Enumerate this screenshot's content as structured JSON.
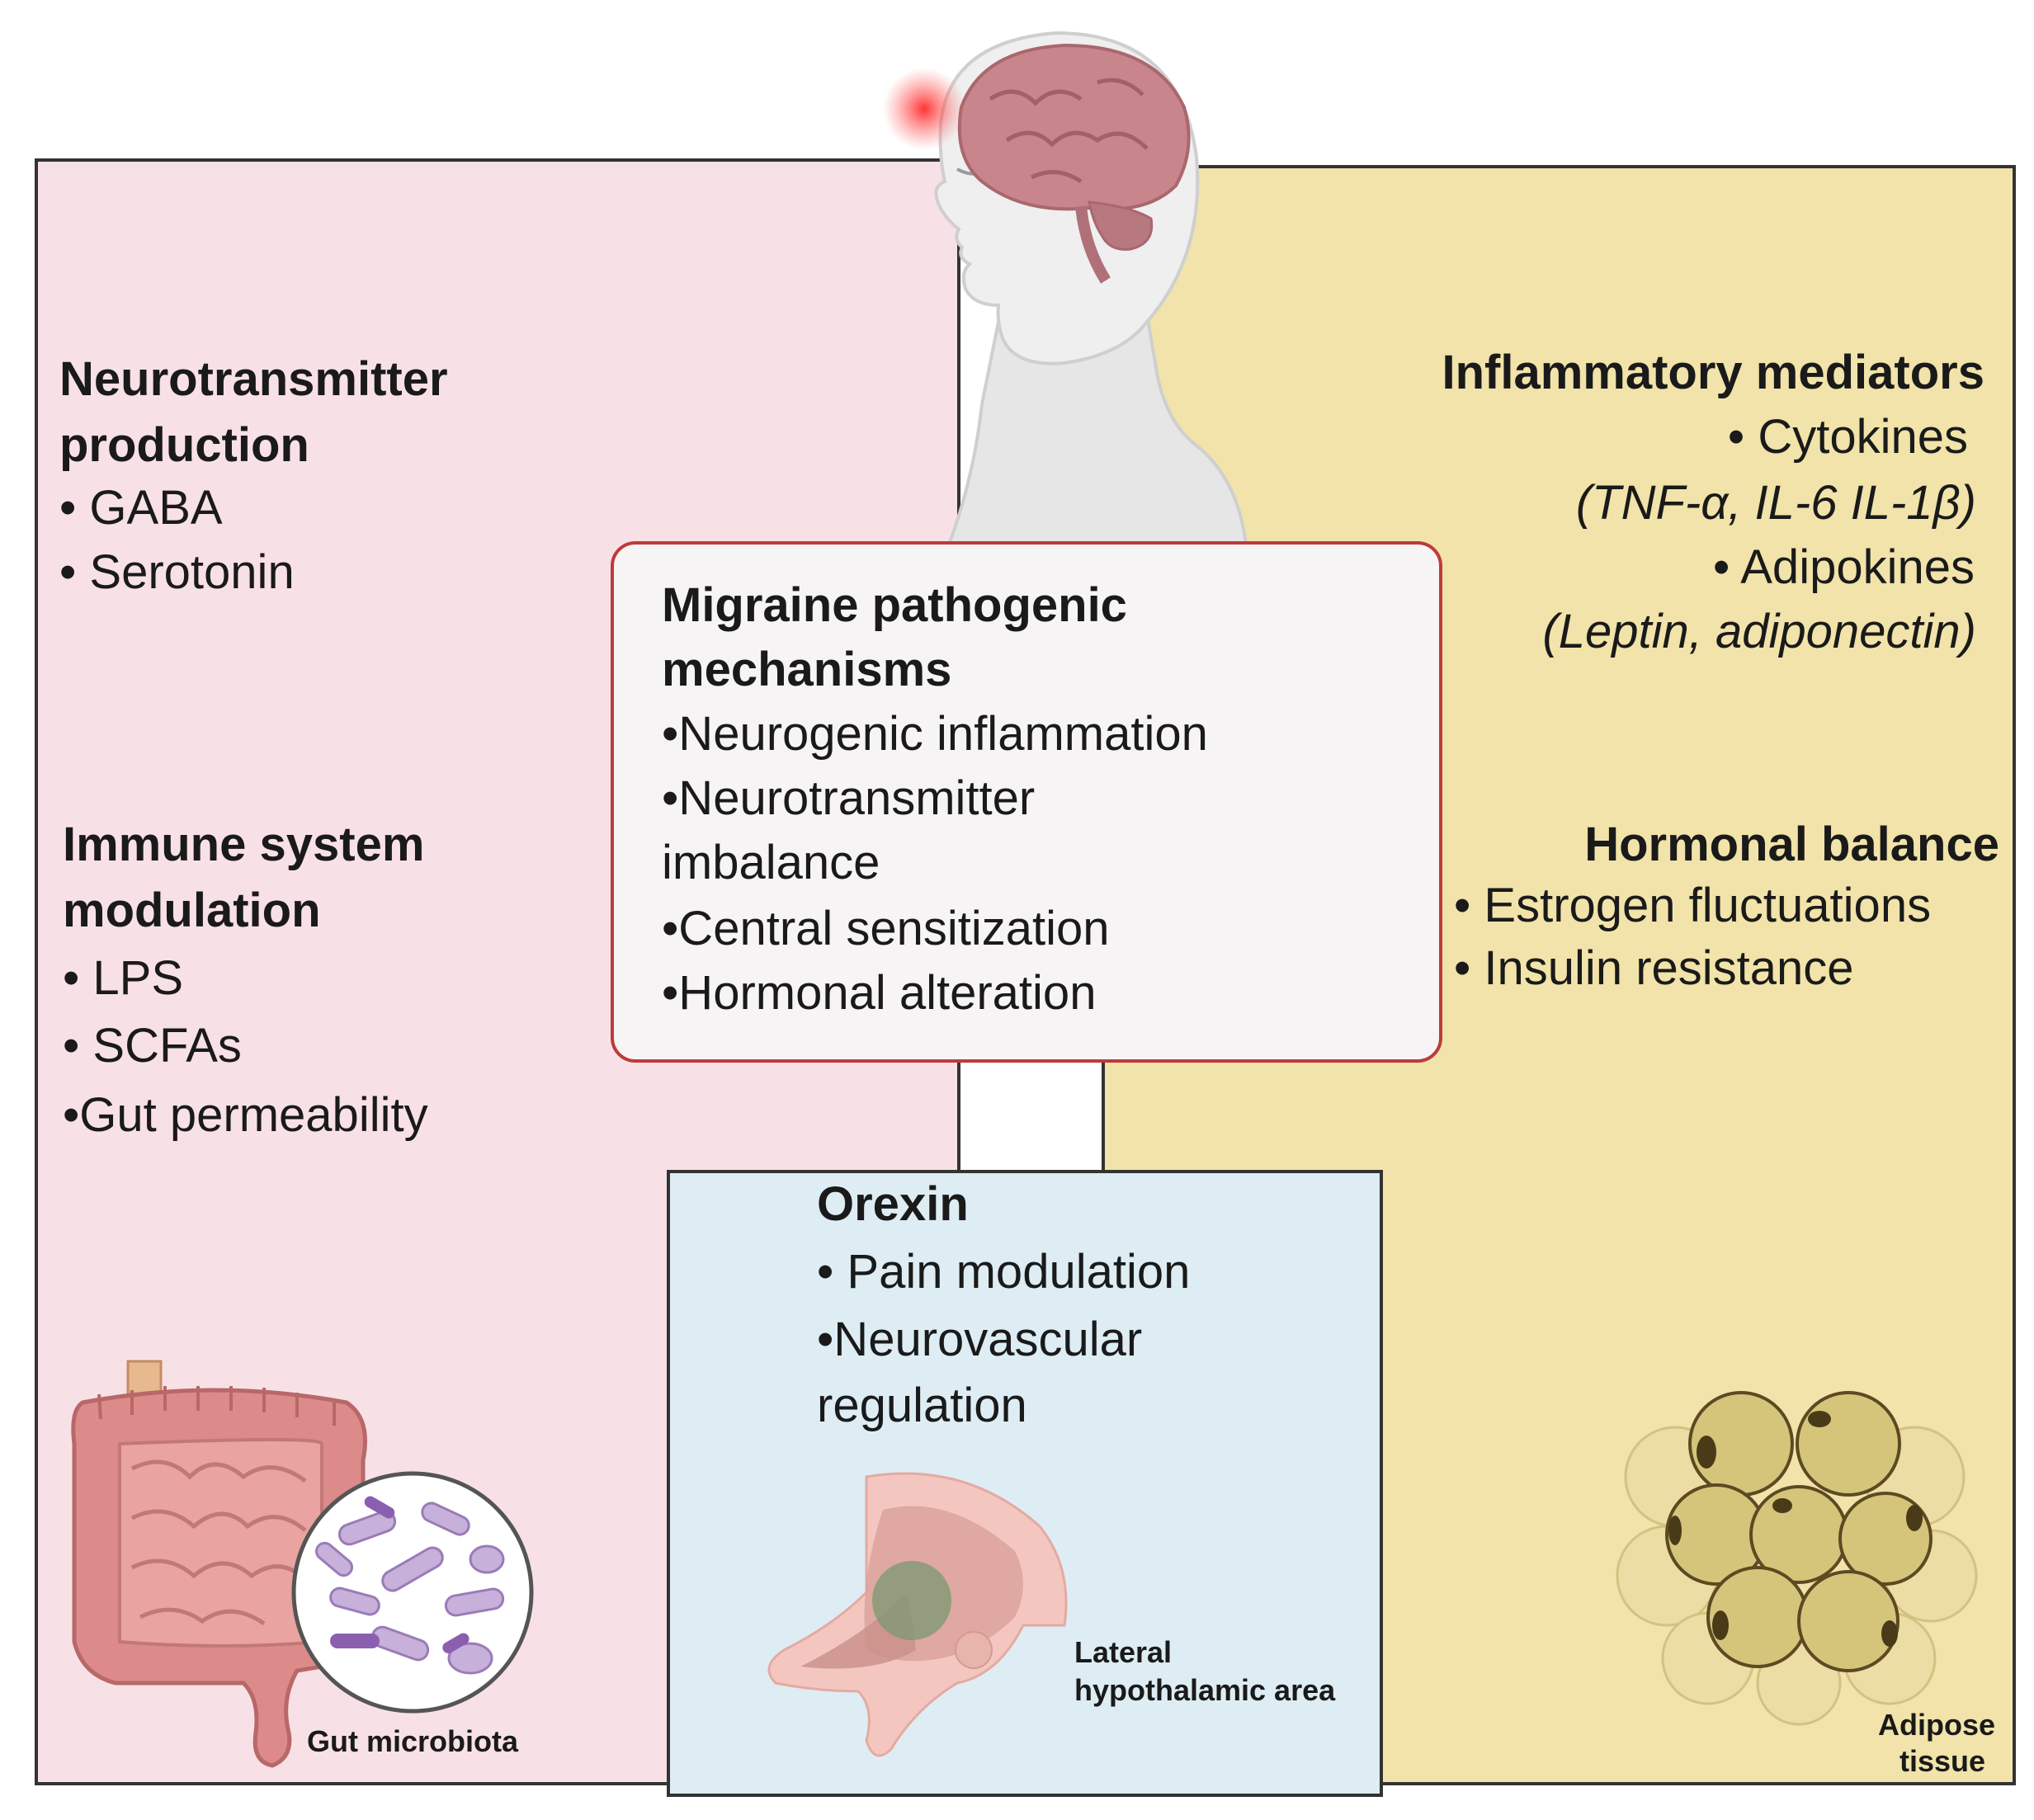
{
  "left": {
    "neuro_title_1": "Neurotransmitter",
    "neuro_title_2": "production",
    "neuro_items": [
      "• GABA",
      "• Serotonin"
    ],
    "immune_title_1": "Immune system",
    "immune_title_2": "modulation",
    "immune_items": [
      "• LPS",
      "• SCFAs",
      "•Gut permeability"
    ],
    "gut_label": "Gut microbiota"
  },
  "right": {
    "inflam_title": "Inflammatory mediators",
    "inflam_lines": [
      "• Cytokines",
      "(TNF-α, IL-6 IL-1β)",
      "• Adipokines",
      "(Leptin, adiponectin)"
    ],
    "hormonal_title": "Hormonal balance",
    "hormonal_items": [
      "• Estrogen fluctuations",
      "• Insulin resistance"
    ],
    "adipose_label_1": "Adipose",
    "adipose_label_2": "tissue"
  },
  "center": {
    "title_1": "Migraine pathogenic",
    "title_2": "mechanisms",
    "items": [
      "•Neurogenic inflammation",
      "•Neurotransmitter",
      "imbalance",
      "•Central sensitization",
      "•Hormonal alteration"
    ]
  },
  "orexin": {
    "title": "Orexin",
    "items": [
      "• Pain modulation",
      "•Neurovascular",
      "regulation"
    ],
    "lha_label_1": "Lateral",
    "lha_label_2": "hypothalamic area"
  },
  "colors": {
    "left_bg": "#f8e1e6",
    "right_bg": "#f1e3a9",
    "center_border": "#bd3b3b",
    "orexin_bg": "#ddedf3"
  },
  "icons": [
    "head-brain-icon",
    "intestine-icon",
    "bacteria-magnifier-icon",
    "hypothalamus-icon",
    "adipocytes-icon"
  ]
}
